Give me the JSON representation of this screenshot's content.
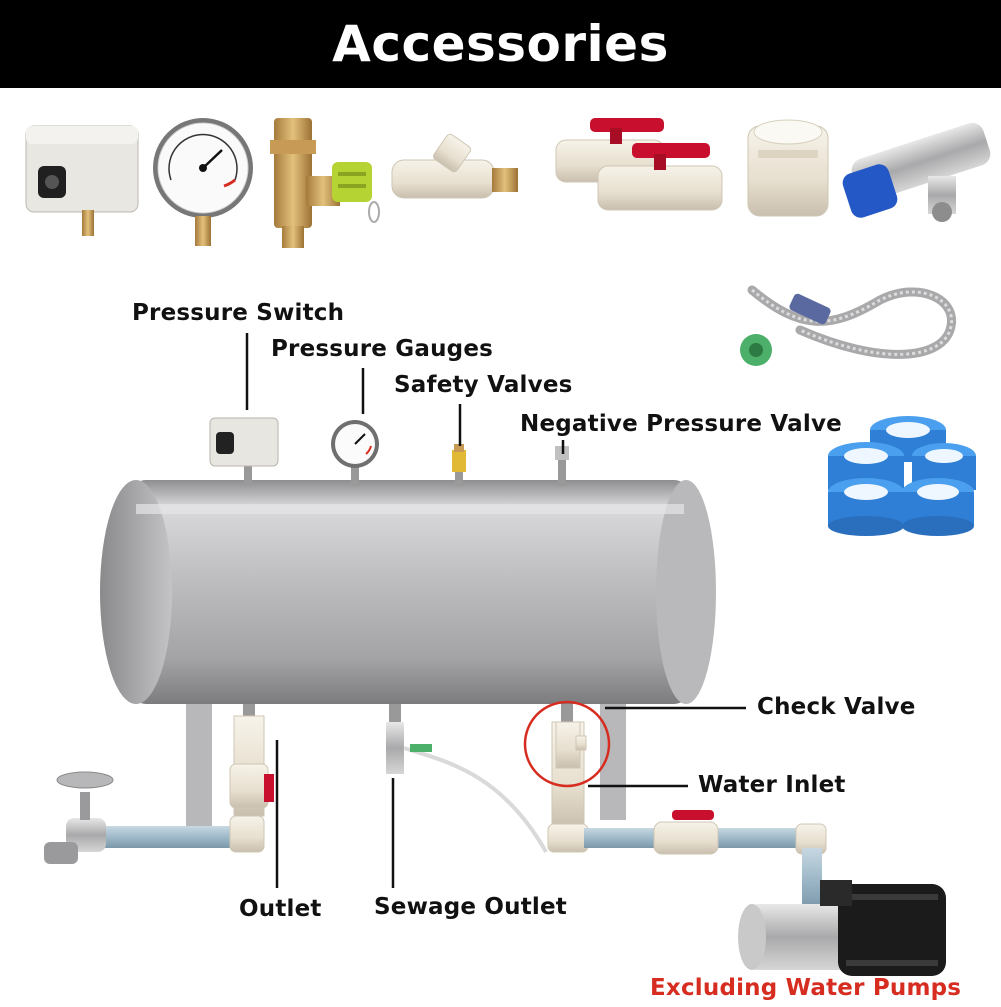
{
  "banner": {
    "title": "Accessories"
  },
  "labels": {
    "pressure_switch": "Pressure Switch",
    "pressure_gauges": "Pressure Gauges",
    "safety_valves": "Safety Valves",
    "negative_pressure_valve": "Negative Pressure Valve",
    "check_valve": "Check Valve",
    "water_inlet": "Water Inlet",
    "outlet": "Outlet",
    "sewage_outlet": "Sewage Outlet",
    "excluding_pumps": "Excluding Water Pumps"
  },
  "colors": {
    "banner_bg": "#000000",
    "banner_text": "#ffffff",
    "label_text": "#111111",
    "warning_text": "#d62d20",
    "highlight_circle": "#d62d20",
    "valve_handle": "#c8102e",
    "tank_steel": "#c9c9cb",
    "pipe_blue": "#9fb9c9",
    "tape_blue": "#2f7fd6"
  },
  "icons": [
    "pressure-switch-icon",
    "pressure-gauge-icon",
    "brass-safety-valve-icon",
    "pvc-check-valve-icon",
    "pvc-ball-valves-icon",
    "pvc-union-icon",
    "stainless-tee-valve-icon",
    "braided-hose-icon",
    "ptfe-tape-rolls-icon",
    "water-faucet-icon",
    "water-pump-icon"
  ]
}
